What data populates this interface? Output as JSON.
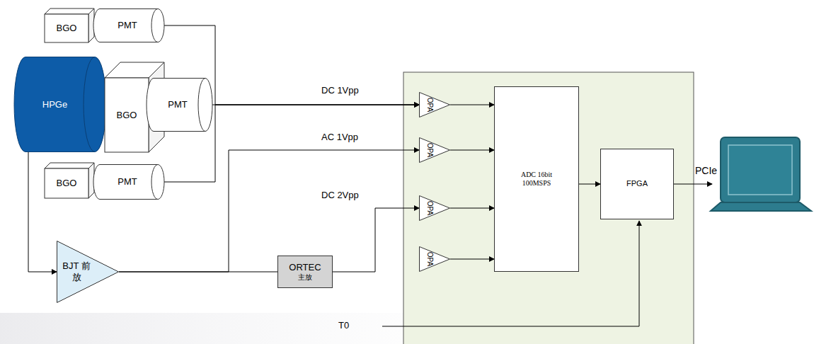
{
  "diagram": {
    "nodes": [
      {
        "text": [
          "BGO"
        ]
      },
      {
        "text": [
          "PMT"
        ]
      },
      {
        "text": [
          "HPGe"
        ]
      },
      {
        "text": [
          "BGO"
        ]
      },
      {
        "text": [
          "PMT"
        ]
      },
      {
        "text": [
          "BGO"
        ]
      },
      {
        "text": [
          "PMT"
        ]
      },
      {
        "text": [
          "BJT 前放"
        ]
      },
      {
        "text": [
          "ORTEC",
          "主放"
        ]
      },
      {
        "text": [
          "OPA"
        ]
      },
      {
        "text": [
          "OPA"
        ]
      },
      {
        "text": [
          "OPA"
        ]
      },
      {
        "text": [
          "OPA"
        ]
      },
      {
        "text": [
          "ADC 16bit 100MSPS"
        ]
      },
      {
        "text": [
          "FPGA"
        ]
      }
    ],
    "edges": [
      {
        "from": 1,
        "to": 9,
        "arrow": "to"
      },
      {
        "from": 4,
        "to": 9,
        "label": "DC 1Vpp",
        "arrow": "to"
      },
      {
        "from": 6,
        "to": 9,
        "arrow": "to"
      },
      {
        "from": 2,
        "to": 7,
        "arrow": "to"
      },
      {
        "from": 7,
        "to": 8,
        "arrow": "none"
      },
      {
        "from": 7,
        "to": 10,
        "label": "AC 1Vpp",
        "arrow": "to"
      },
      {
        "from": 8,
        "to": 11,
        "label": "DC 2Vpp",
        "arrow": "to"
      },
      {
        "from": 9,
        "to": 13,
        "arrow": "to"
      },
      {
        "from": 10,
        "to": 13,
        "arrow": "to"
      },
      {
        "from": 11,
        "to": 13,
        "arrow": "to"
      },
      {
        "from": 12,
        "to": 13,
        "arrow": "to"
      },
      {
        "from": 13,
        "to": 14,
        "arrow": "to"
      }
    ],
    "labels": [
      "PCIe",
      "T0"
    ]
  }
}
